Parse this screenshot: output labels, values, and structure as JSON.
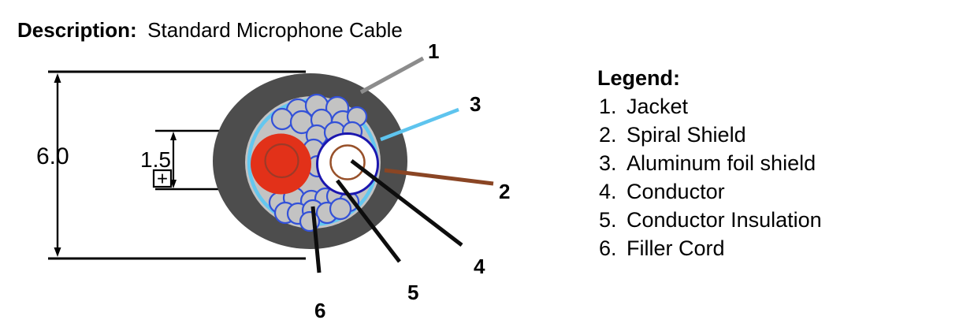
{
  "title": {
    "bold": "Description:",
    "regular": "Standard Microphone Cable"
  },
  "dimensions": {
    "outer_diameter": "6.0",
    "inner_diameter": "1.5",
    "tolerance_symbol": "+"
  },
  "callouts": {
    "jacket": "1",
    "spiral_shield": "2",
    "aluminum_foil_shield": "3",
    "conductor": "4",
    "conductor_insulation": "5",
    "filler_cord": "6"
  },
  "legend": {
    "heading": "Legend:",
    "items": [
      {
        "num": "1.",
        "label": "Jacket"
      },
      {
        "num": "2.",
        "label": "Spiral Shield"
      },
      {
        "num": "3.",
        "label": "Aluminum foil shield"
      },
      {
        "num": "4.",
        "label": "Conductor"
      },
      {
        "num": "5.",
        "label": "Conductor Insulation"
      },
      {
        "num": "6.",
        "label": "Filler Cord"
      }
    ]
  },
  "colors": {
    "jacket": "#4d4d4d",
    "interior": "#c3c3c3",
    "foil": "#64c7ef",
    "strand_blue": "#3351d8",
    "insulation_red": "#e23119",
    "conductor_red_ring": "#9c3a28",
    "insulation_navy_border": "#1b16ae",
    "conductor_brown": "#98512a",
    "leader_gray": "#8c8c8c",
    "leader_cyan": "#5ec4ee",
    "leader_brown": "#8a4524",
    "leader_black": "#0d0d0d",
    "dim_black": "#000000"
  },
  "diagram": {
    "strand_radius_note": "spiral shield strand circles, [cx, cy, r]",
    "strands": [
      [
        378,
        140,
        14
      ],
      [
        402,
        134,
        14
      ],
      [
        428,
        137,
        14
      ],
      [
        358,
        151,
        13
      ],
      [
        383,
        155,
        14
      ],
      [
        408,
        152,
        13
      ],
      [
        435,
        155,
        14
      ],
      [
        453,
        148,
        12
      ],
      [
        402,
        172,
        13
      ],
      [
        425,
        168,
        13
      ],
      [
        447,
        167,
        12
      ],
      [
        398,
        190,
        13
      ],
      [
        403,
        211,
        13
      ],
      [
        355,
        257,
        13
      ],
      [
        373,
        251,
        13
      ],
      [
        395,
        255,
        13
      ],
      [
        413,
        252,
        13
      ],
      [
        428,
        249,
        13
      ],
      [
        443,
        256,
        12
      ],
      [
        362,
        270,
        13
      ],
      [
        378,
        271,
        13
      ],
      [
        397,
        267,
        13
      ],
      [
        415,
        270,
        13
      ],
      [
        432,
        265,
        13
      ],
      [
        393,
        281,
        12
      ]
    ]
  }
}
